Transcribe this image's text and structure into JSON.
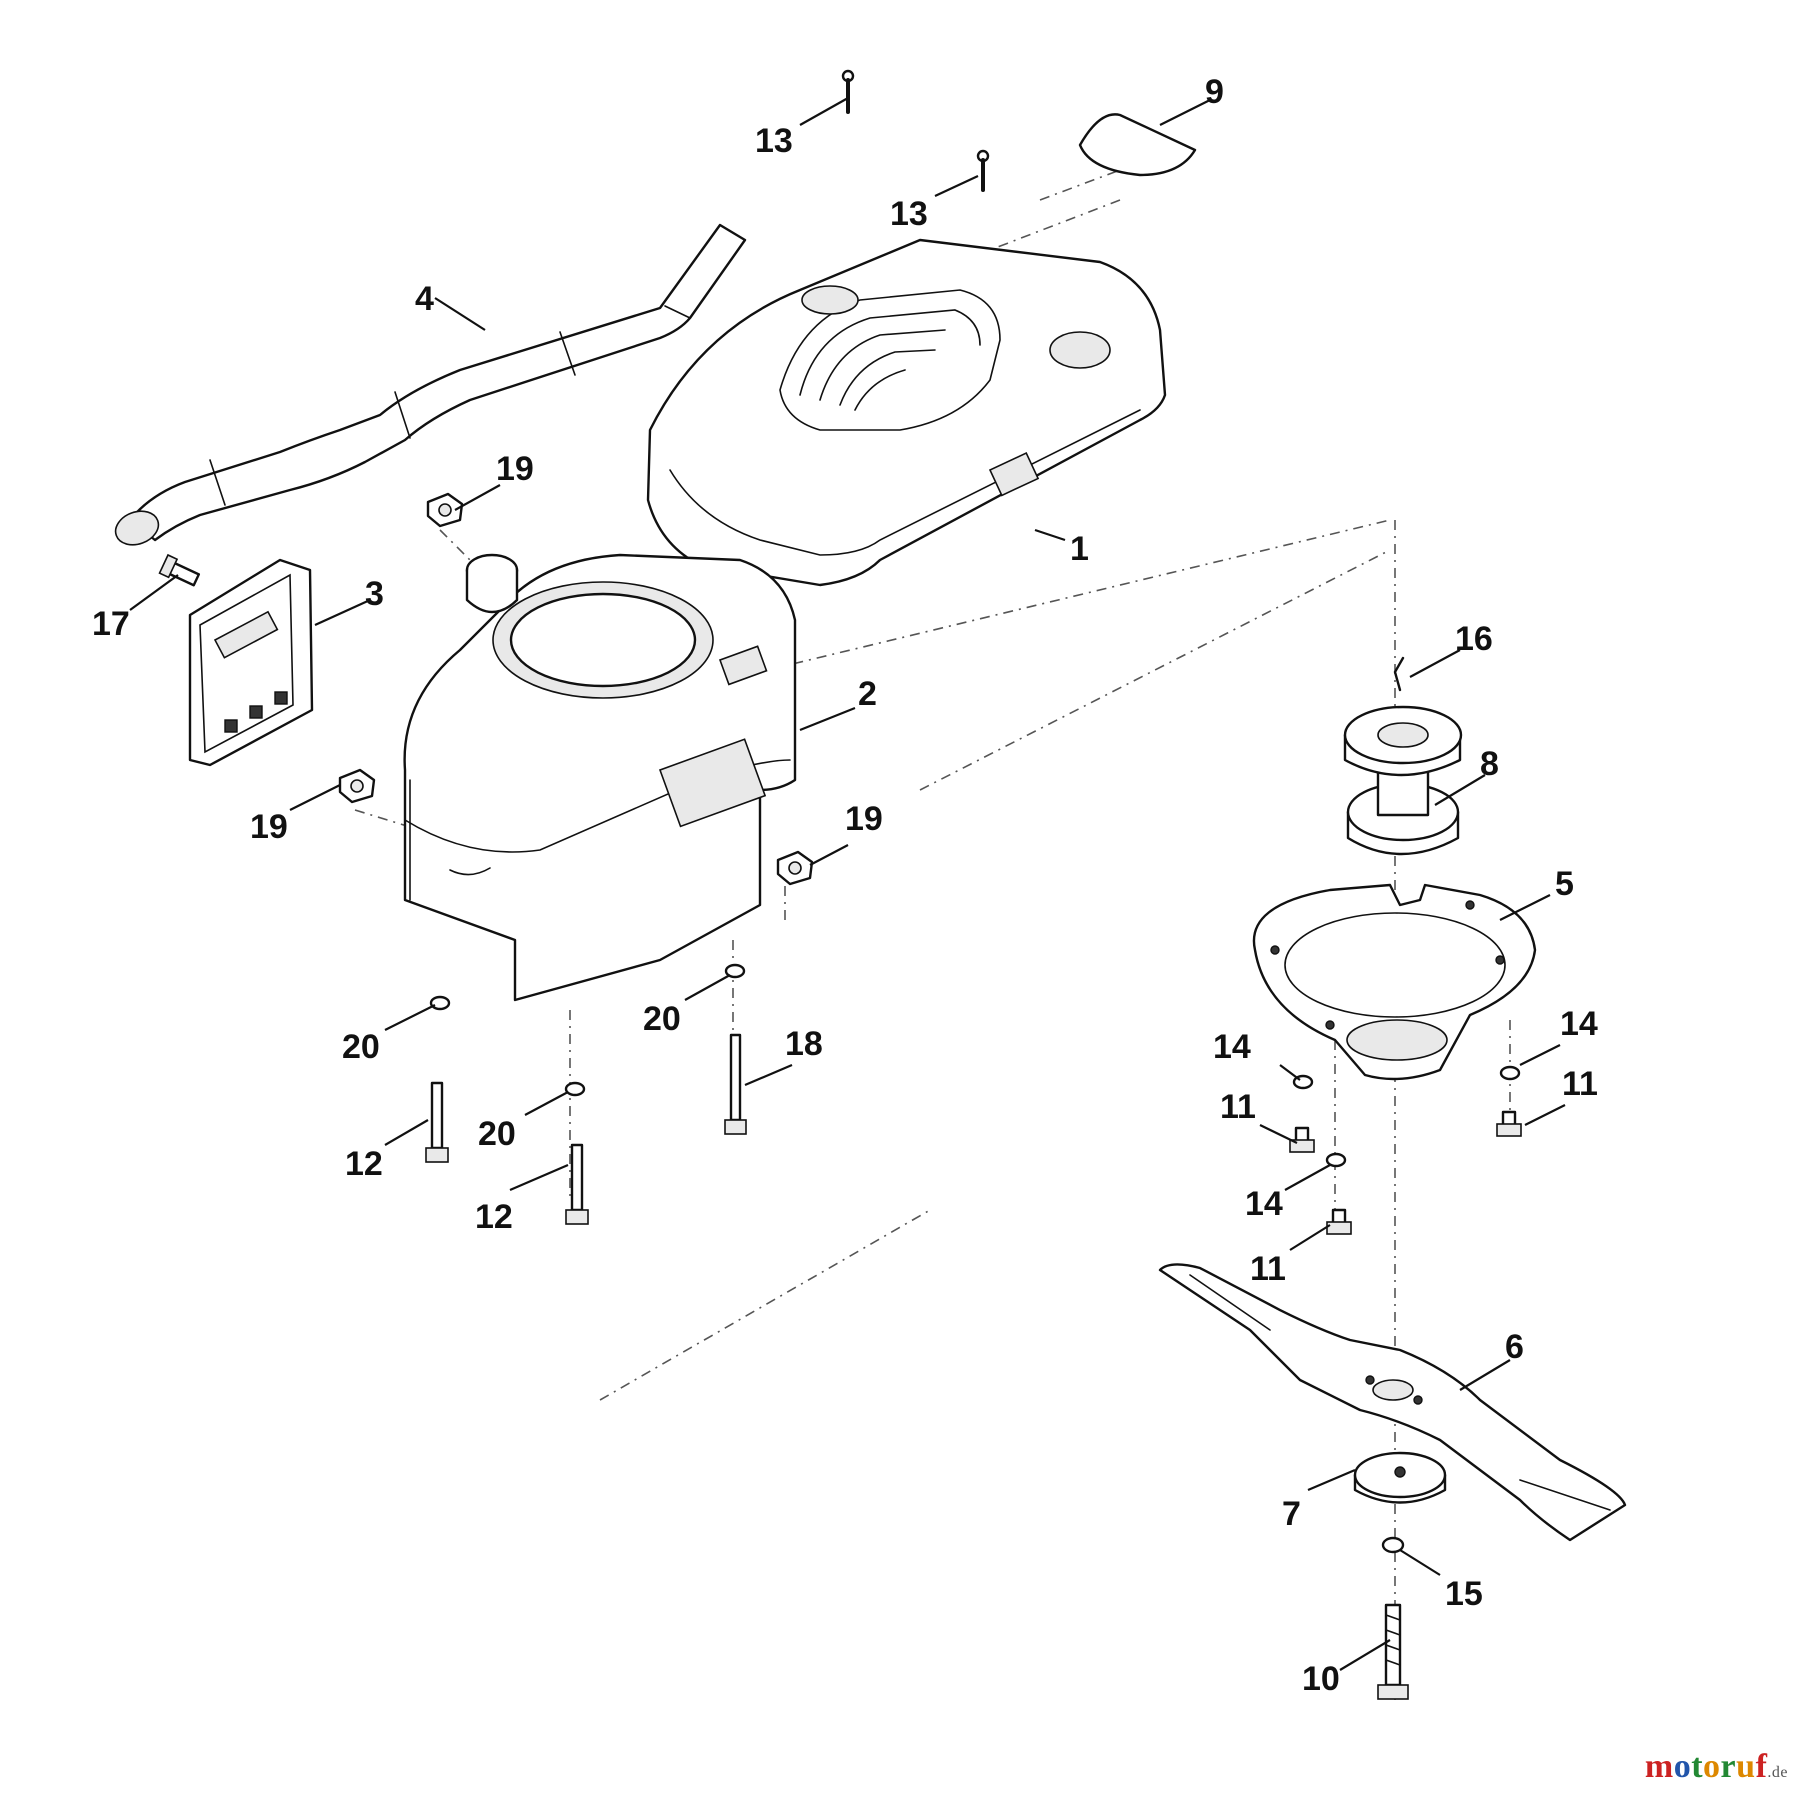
{
  "diagram": {
    "callouts": [
      {
        "label": "1"
      },
      {
        "label": "2"
      },
      {
        "label": "3"
      },
      {
        "label": "4"
      },
      {
        "label": "5"
      },
      {
        "label": "6"
      },
      {
        "label": "7"
      },
      {
        "label": "8"
      },
      {
        "label": "9"
      },
      {
        "label": "10"
      },
      {
        "label": "11"
      },
      {
        "label": "11"
      },
      {
        "label": "11"
      },
      {
        "label": "12"
      },
      {
        "label": "12"
      },
      {
        "label": "13"
      },
      {
        "label": "13"
      },
      {
        "label": "14"
      },
      {
        "label": "14"
      },
      {
        "label": "14"
      },
      {
        "label": "15"
      },
      {
        "label": "16"
      },
      {
        "label": "17"
      },
      {
        "label": "18"
      },
      {
        "label": "19"
      },
      {
        "label": "19"
      },
      {
        "label": "19"
      },
      {
        "label": "20"
      },
      {
        "label": "20"
      },
      {
        "label": "20"
      }
    ]
  },
  "watermark": {
    "brand": "moto",
    "brand_accent": "ruf",
    "suffix": ".de",
    "colors": [
      "#cc2222",
      "#2255aa",
      "#228833",
      "#dd8800"
    ]
  }
}
